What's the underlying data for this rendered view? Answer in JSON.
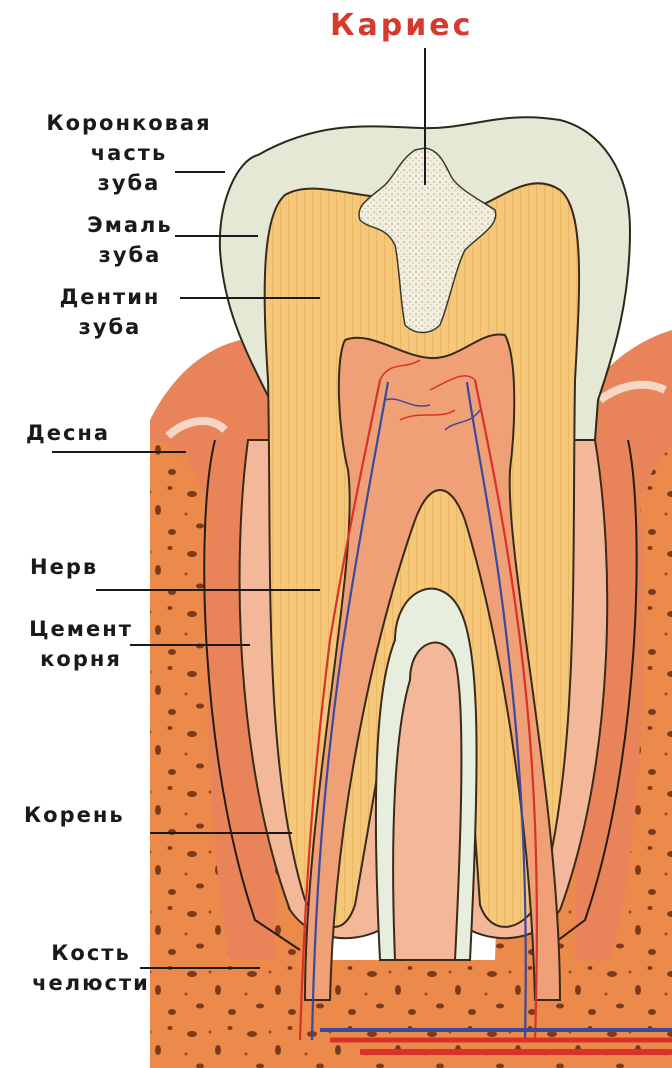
{
  "title": "Кариес",
  "labels": {
    "crown": [
      "Коронковая",
      "часть",
      "зуба"
    ],
    "enamel": [
      "Эмаль",
      "зуба"
    ],
    "dentin": [
      "Дентин",
      "зуба"
    ],
    "gum": "Десна",
    "nerve": "Нерв",
    "cement": [
      "Цемент",
      "корня"
    ],
    "root": "Корень",
    "bone": [
      "Кость",
      "челюсти"
    ]
  },
  "colors": {
    "caries_title": "#d53a2c",
    "gum": "#e9835a",
    "bone": "#eb8a4a",
    "enamel": "#e5e8d4",
    "dentin": "#f4c77a",
    "pulp": "#f0a076",
    "nerve_red": "#d8322a",
    "nerve_blue": "#3a4a9a"
  }
}
